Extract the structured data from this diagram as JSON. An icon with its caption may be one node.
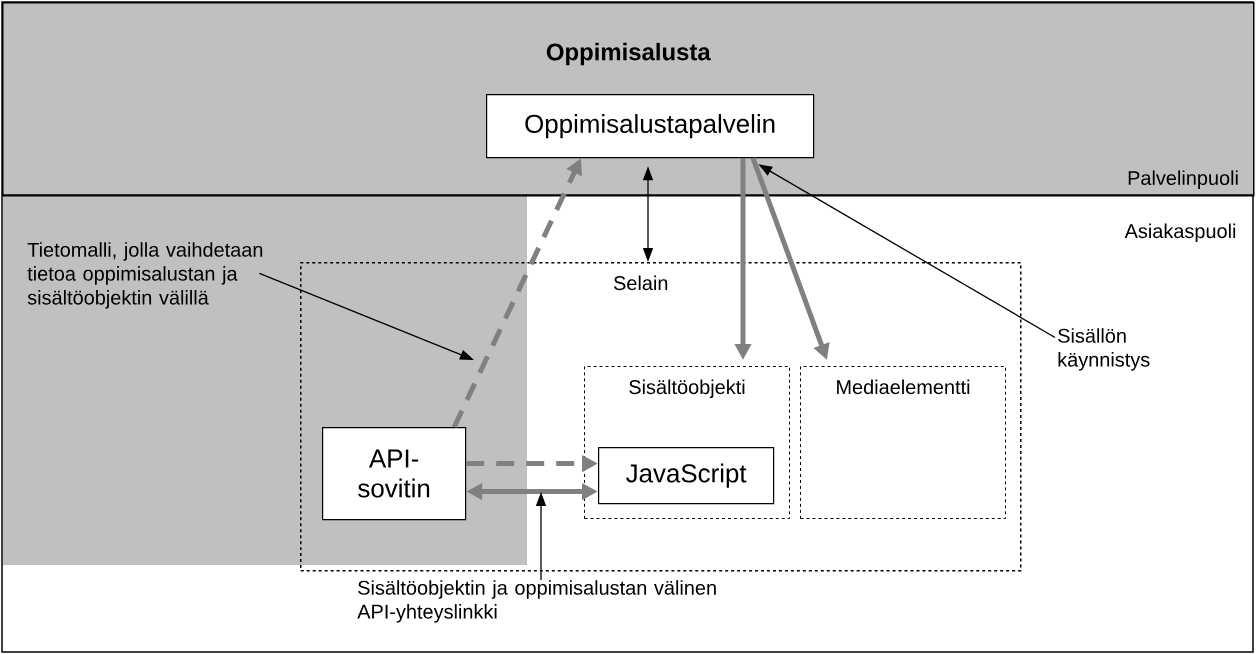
{
  "diagram": {
    "nodes": [
      {
        "text": [
          "Oppimisalusta",
          "Palvelinpuoli"
        ]
      },
      {
        "text": [
          "Oppimisalustapalvelin"
        ],
        "in": 0
      },
      {
        "text": [
          "Selain"
        ]
      },
      {
        "text": [
          "Sisältöobjekti"
        ],
        "in": 2
      },
      {
        "text": [
          "Mediaelementti"
        ],
        "in": 2
      },
      {
        "text": [
          "JavaScript"
        ],
        "in": 3
      },
      {
        "text": [
          "API-sovitin"
        ],
        "in": 2
      },
      {
        "text": [
          "Tietomalli, jolla vaihdetaan tietoa oppimisalustan ja sisältöobjektin välillä"
        ]
      },
      {
        "text": [
          "Sisällön käynnistys"
        ]
      },
      {
        "text": [
          "Sisältöobjektin ja oppimisalustan välinen API-yhteyslinkki"
        ]
      }
    ],
    "edges": [
      {
        "from": 6,
        "to": 1,
        "arrow": "to",
        "style": "dashed"
      },
      {
        "from": 6,
        "to": 5,
        "arrow": "to",
        "style": "dashed"
      },
      {
        "from": 6,
        "to": 5,
        "arrow": "both"
      },
      {
        "from": 1,
        "to": 2,
        "arrow": "both",
        "color": "#000000"
      },
      {
        "from": 1,
        "to": 3,
        "arrow": "to"
      },
      {
        "from": 1,
        "to": 4,
        "arrow": "to"
      },
      {
        "from": 8,
        "to": 1,
        "arrow": "to",
        "color": "#000000"
      },
      {
        "from": 7,
        "to": null,
        "arrow": "to",
        "color": "#000000"
      },
      {
        "from": 9,
        "to": null,
        "arrow": "to",
        "color": "#000000"
      }
    ],
    "labels": [
      "Asiakaspuoli"
    ]
  }
}
